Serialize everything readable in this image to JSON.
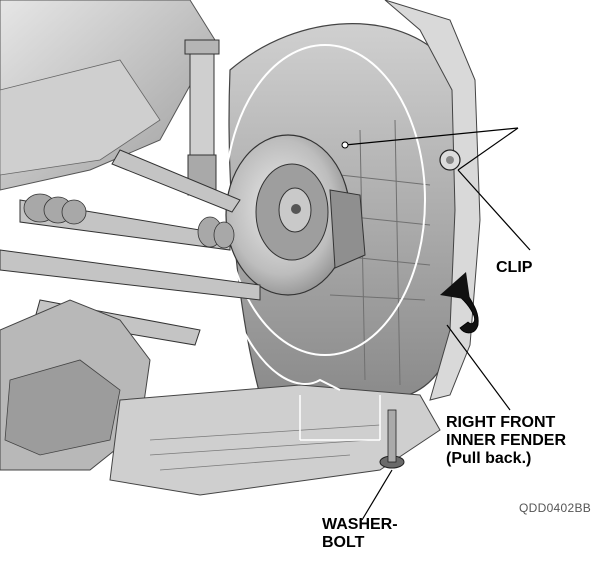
{
  "labels": {
    "clip": "CLIP",
    "fender": [
      "RIGHT FRONT",
      "INNER FENDER",
      "(Pull back.)"
    ],
    "washer_bolt": [
      "WASHER-",
      "BOLT"
    ],
    "figure_code": "QDD0402BB"
  },
  "colors": {
    "background": "#ffffff",
    "part_fill": "#bfbfbf",
    "part_dark": "#7a7a7a",
    "line": "#1a1a1a"
  }
}
